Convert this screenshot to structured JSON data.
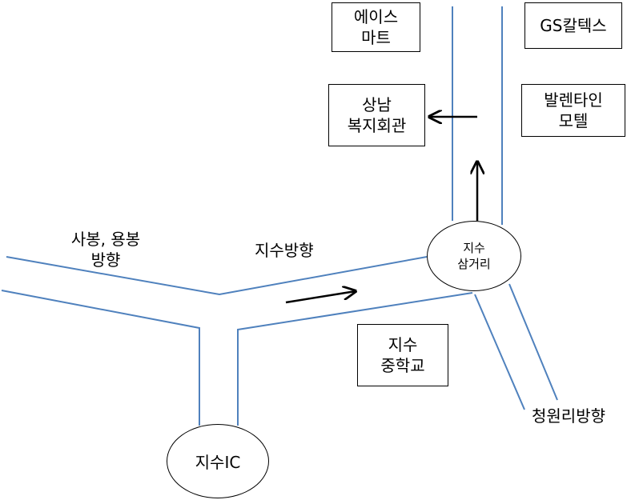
{
  "colors": {
    "road": "#4f81bd",
    "outline": "#000000",
    "arrow": "#000000"
  },
  "landmarks": {
    "ace_mart": [
      "에이스",
      "마트"
    ],
    "gs_caltex": "GS칼텍스",
    "sangnam_welfare": [
      "상남",
      "복지회관"
    ],
    "valentine_motel": [
      "발렌타인",
      "모텔"
    ],
    "jisu_middle_school": [
      "지수",
      "중학교"
    ]
  },
  "nodes": {
    "jisu_junction": [
      "지수",
      "삼거리"
    ],
    "jisu_ic": "지수IC"
  },
  "directions": {
    "sabong_yongbong": [
      "사봉, 용봉",
      "방향"
    ],
    "jisu": "지수방향",
    "cheongwonri": "청원리방향"
  },
  "icons": [
    "arrow-up-icon",
    "arrow-left-icon",
    "arrow-right-icon"
  ]
}
